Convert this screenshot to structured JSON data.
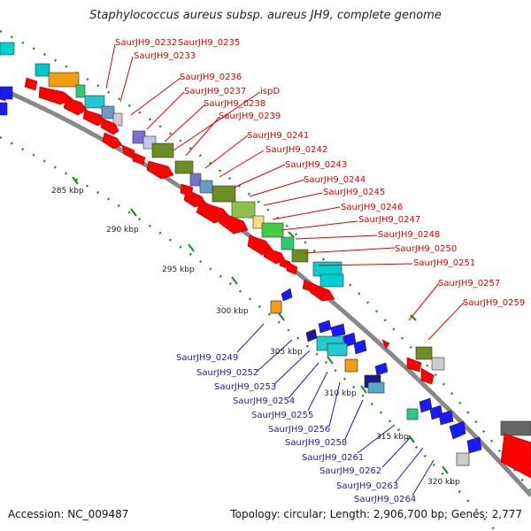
{
  "title": "Staphylococcus aureus subsp. aureus JH9, complete genome",
  "footer": {
    "accession": "Accession: NC_009487",
    "topology": "Topology: circular; Length: 2,906,700 bp; Genes: 2,777"
  },
  "colors": {
    "forward_label": "#e00000",
    "reverse_label": "#1a1aa8",
    "backbone": "#888888",
    "tick": "#1a8a1a"
  },
  "kbp_labels": [
    "285 kbp",
    "290 kbp",
    "295 kbp",
    "300 kbp",
    "305 kbp",
    "310 kbp",
    "315 kbp",
    "320 kbp"
  ],
  "forward_genes": [
    "SaurJH9_0232",
    "SaurJH9_0235",
    "SaurJH9_0233",
    "SaurJH9_0236",
    "SaurJH9_0237",
    "ispD",
    "SaurJH9_0238",
    "SaurJH9_0239",
    "SaurJH9_0241",
    "SaurJH9_0242",
    "SaurJH9_0243",
    "SaurJH9_0244",
    "SaurJH9_0245",
    "SaurJH9_0246",
    "SaurJH9_0247",
    "SaurJH9_0248",
    "SaurJH9_0250",
    "SaurJH9_0251",
    "SaurJH9_0257",
    "SaurJH9_0259"
  ],
  "reverse_genes": [
    "SaurJH9_0249",
    "SaurJH9_0252",
    "SaurJH9_0253",
    "SaurJH9_0254",
    "SaurJH9_0255",
    "SaurJH9_0256",
    "SaurJH9_0258",
    "SaurJH9_0261",
    "SaurJH9_0262",
    "SaurJH9_0263",
    "SaurJH9_0264"
  ]
}
